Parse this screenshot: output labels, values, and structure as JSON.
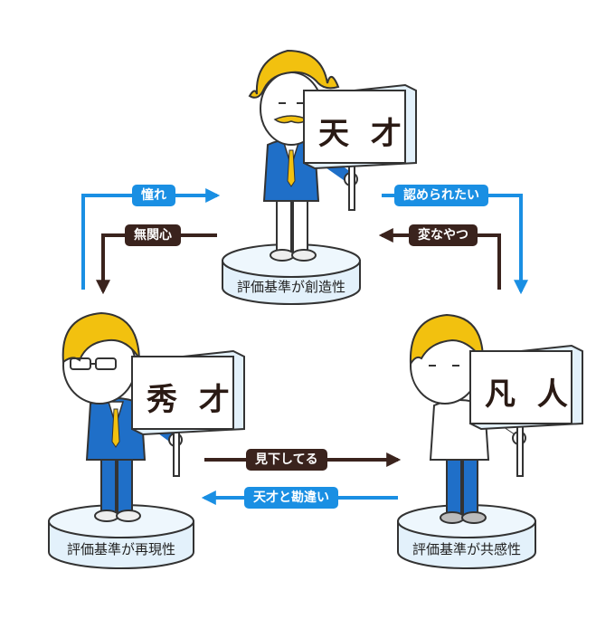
{
  "characters": {
    "genius": {
      "sign": "天 才",
      "criterion": "評価基準が創造性"
    },
    "talent": {
      "sign": "秀 才",
      "criterion": "評価基準が再現性"
    },
    "ordinary": {
      "sign": "凡 人",
      "criterion": "評価基準が共感性"
    }
  },
  "relations": {
    "talent_to_genius": "憧れ",
    "genius_to_talent": "無関心",
    "ordinary_to_genius": "認められたい",
    "genius_to_ordinary": "変なやつ",
    "talent_to_ordinary": "見下してる",
    "ordinary_to_talent": "天才と勘違い"
  },
  "colors": {
    "blue": "#1a8fe3",
    "brown": "#3a231d",
    "hair": "#f2c10f",
    "suit": "#1f6fc8",
    "pedestal": "#e3f1fb"
  }
}
